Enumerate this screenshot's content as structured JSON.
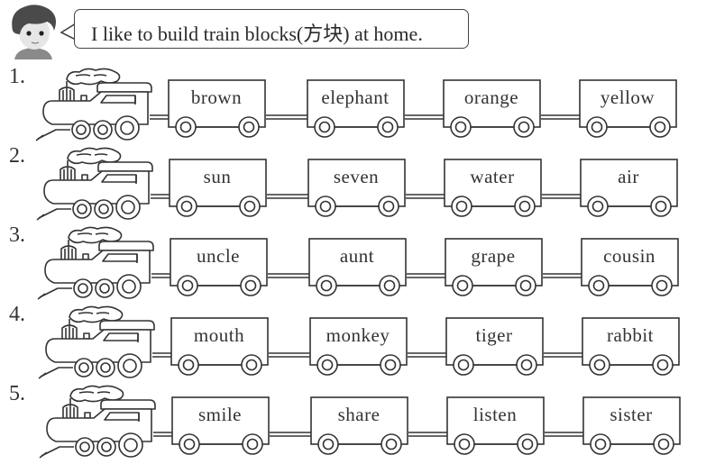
{
  "speech": {
    "speaker_icon": "boy-avatar-icon",
    "text": "I like to build train blocks(方块) at home."
  },
  "trains": [
    {
      "number": "1.",
      "words": [
        "brown",
        "elephant",
        "orange",
        "yellow"
      ]
    },
    {
      "number": "2.",
      "words": [
        "sun",
        "seven",
        "water",
        "air"
      ]
    },
    {
      "number": "3.",
      "words": [
        "uncle",
        "aunt",
        "grape",
        "cousin"
      ]
    },
    {
      "number": "4.",
      "words": [
        "mouth",
        "monkey",
        "tiger",
        "rabbit"
      ]
    },
    {
      "number": "5.",
      "words": [
        "smile",
        "share",
        "listen",
        "sister"
      ]
    }
  ],
  "colors": {
    "ink": "#333333",
    "background": "#ffffff"
  }
}
